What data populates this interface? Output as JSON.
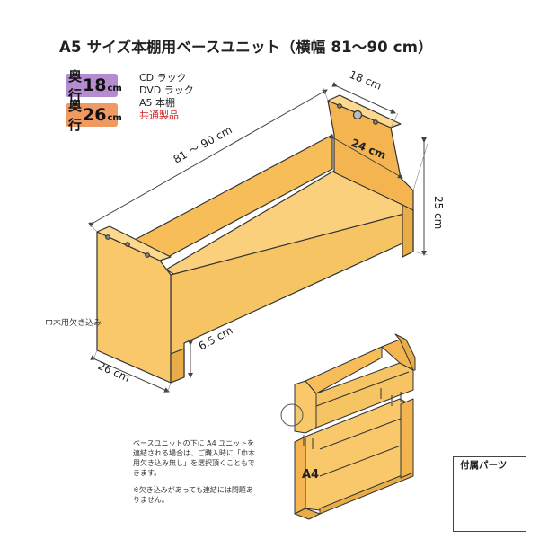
{
  "title": "A5 サイズ本棚用ベースユニット（横幅 81～90 cm）",
  "depth_badges": [
    {
      "prefix": "奥行",
      "value": "18",
      "unit": "cm",
      "color": "#b48ccf"
    },
    {
      "prefix": "奥行",
      "value": "26",
      "unit": "cm",
      "color": "#ef9a63"
    }
  ],
  "types": [
    "CD ラック",
    "DVD ラック",
    "A5 本棚"
  ],
  "common_product": "共通製品",
  "dimensions": {
    "width": "81 ～ 90 cm",
    "top_depth": "18 cm",
    "bottom_depth": "24 cm",
    "height": "25 cm",
    "base_depth": "26 cm",
    "clearance": "6.5 cm"
  },
  "notch_label": "巾木用欠き込み",
  "note_lines": [
    "ベースユニットの下に A4 ユニットを",
    "連結される場合は、ご購入時に「巾木",
    "用欠き込み無し」を選択頂くこともで",
    "きます。"
  ],
  "note2_lines": [
    "※欠き込みがあっても連結には問題あ",
    "りません。"
  ],
  "a4_label": "A4",
  "parts_title": "付属パーツ",
  "colors": {
    "wood": "#f9c86a",
    "wood_dark": "#e8ad46",
    "outline": "#333333",
    "dimension": "#444444"
  }
}
